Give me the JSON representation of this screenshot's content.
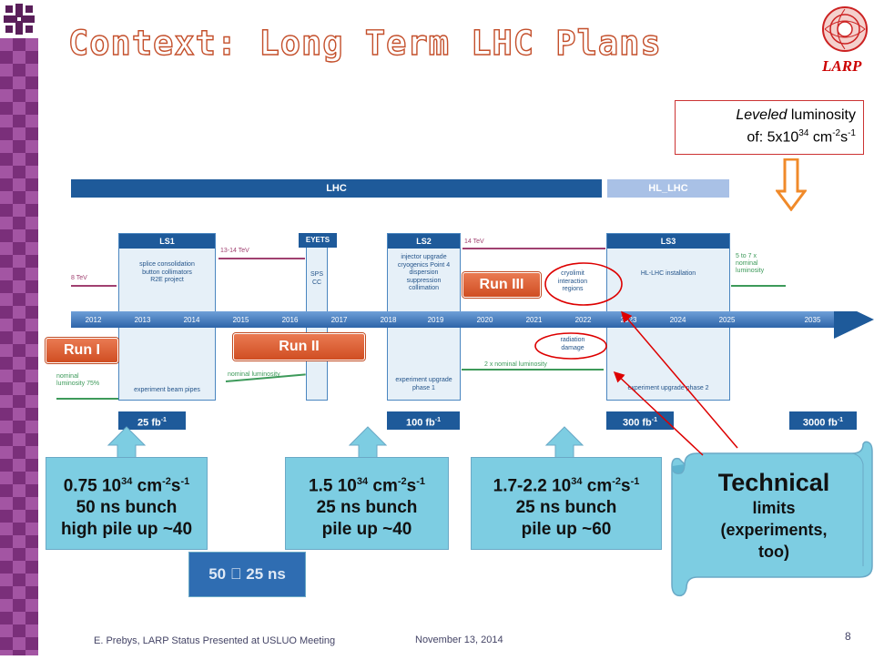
{
  "slide": {
    "title": "Context: Long Term LHC Plans",
    "logo_text": "LARP",
    "leveled": {
      "line1_em": "Leveled",
      "line1_rest": " luminosity",
      "line2_pre": "of: 5x10",
      "sup1": "34",
      "mid": " cm",
      "sup2": "-2",
      "s": "s",
      "sup3": "-1"
    }
  },
  "timeline": {
    "lhc_label": "LHC",
    "hllhc_label": "HL_LHC",
    "years": [
      "2012",
      "2013",
      "2014",
      "2015",
      "2016",
      "2017",
      "2018",
      "2019",
      "2020",
      "2021",
      "2022",
      "2023",
      "2024",
      "2025",
      "2035"
    ],
    "ls1": {
      "head": "LS1",
      "text": "splice consolidation\nbutton collimators\nR2E project",
      "bottom": "experiment beam pipes"
    },
    "eyets": {
      "head": "EYETS",
      "text": "SPS\nCC"
    },
    "ls2": {
      "head": "LS2",
      "text": "injector upgrade\ncryogenics Point 4\ndispersion\nsuppression\ncollimation",
      "bottom": "experiment upgrade\nphase 1"
    },
    "ls3": {
      "head": "LS3",
      "text": "HL-LHC installation",
      "bottom": "experiment upgrade phase 2"
    },
    "energy_8": "8 TeV",
    "energy_1314": "13-14 TeV",
    "energy_14": "14 TeV",
    "cryolimit": "cryolimit\ninteraction\nregions",
    "radiation": "radiation\ndamage",
    "nominal_75": "nominal\nluminosity 75%",
    "nominal": "nominal luminosity",
    "two_x_nominal": "2 x nominal luminosity",
    "five_to_seven": "5 to 7 x\nnominal\nluminosity",
    "lum_25": "25 fb",
    "lum_100": "100 fb",
    "lum_300": "300 fb",
    "lum_3000": "3000 fb",
    "lum_sup": "-1",
    "run1": "Run I",
    "run2": "Run II",
    "run3": "Run III"
  },
  "info_boxes": [
    {
      "l1_pre": "0.75 10",
      "sup_a": "34",
      "l1_mid": " cm",
      "sup_b": "-2",
      "l1_s": "s",
      "sup_c": "-1",
      "l2": "50 ns bunch",
      "l3": "high pile up ~40"
    },
    {
      "l1_pre": "1.5 10",
      "sup_a": "34",
      "l1_mid": " cm",
      "sup_b": "-2",
      "l1_s": "s",
      "sup_c": "-1",
      "l2": "25 ns bunch",
      "l3": "pile up ~40"
    },
    {
      "l1_pre": "1.7-2.2 10",
      "sup_a": "34",
      "l1_mid": " cm",
      "sup_b": "-2",
      "l1_s": "s",
      "sup_c": "-1",
      "l2": "25 ns bunch",
      "l3": "pile up ~60"
    }
  ],
  "bunch_change": "50 \u0000 25 ns",
  "technical": {
    "title": "Technical",
    "rest": "limits\n(experiments,\ntoo)"
  },
  "footer": {
    "left": "E. Prebys, LARP Status Presented at USLUO Meeting",
    "date": "November 13, 2014",
    "page": "8"
  },
  "colors": {
    "accent": "#c4502c",
    "timeline_blue": "#1e5a9a",
    "info_blue": "#7dcde2",
    "run_orange": "#e0643a",
    "arrow_red": "#cc0000"
  }
}
